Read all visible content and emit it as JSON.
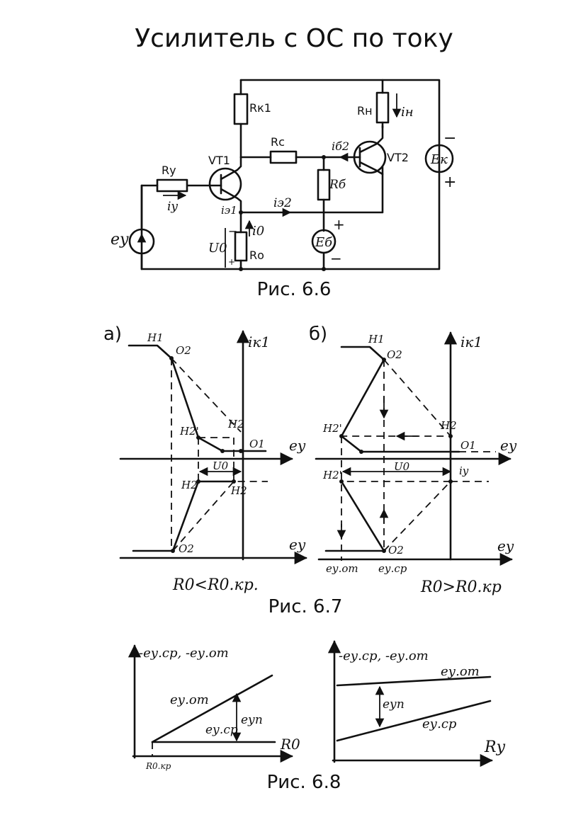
{
  "title": "Усилитель с ОС по току",
  "figures": {
    "fig66": {
      "caption": "Рис. 6.6",
      "labels": {
        "rk1": "Rк1",
        "rn": "Rн",
        "rc": "Rс",
        "ry": "Rу",
        "rb": "Rб",
        "ro": "Rо",
        "vt1": "VT1",
        "vt2": "VT2",
        "ek": "Eк",
        "eb": "Eб",
        "ey": "eу",
        "in": "iн",
        "ib2": "iб2",
        "iy": "iу",
        "ie1": "iэ1",
        "ie2": "iэ2",
        "i0": "i0",
        "u0": "U0",
        "minus": "−",
        "plus": "+"
      }
    },
    "fig67": {
      "caption": "Рис. 6.7",
      "panel_a": {
        "tag": "а)",
        "axis_y": "iк1",
        "axis_x": "eу",
        "points": {
          "h1": "H1",
          "o2": "O2",
          "h2p": "H2'",
          "h2": "H2",
          "o1": "O1"
        },
        "u0": "U0",
        "relation": "R0<R0.кр."
      },
      "panel_b": {
        "tag": "б)",
        "axis_y": "iк1",
        "axis_x": "eу",
        "points": {
          "h1": "H1",
          "o2": "O2",
          "h2p": "H2'",
          "h2": "H2",
          "o1": "O1"
        },
        "u0": "U0",
        "iy": "iу",
        "ey_ot": "eу.от",
        "ey_cp": "eу.ср",
        "relation": "R0>R0.кр"
      }
    },
    "fig68": {
      "caption": "Рис. 6.8",
      "left": {
        "axis_y": "-eу.ср, -eу.от",
        "axis_x": "R0",
        "line_top": "eу.от",
        "line_bottom": "eу.ср",
        "gap": "eуп",
        "origin": "R0.кр"
      },
      "right": {
        "axis_y": "-eу.ср, -eу.от",
        "axis_x": "Rу",
        "line_top": "eу.от",
        "line_bottom": "eу.ср",
        "gap": "eуп"
      }
    }
  }
}
